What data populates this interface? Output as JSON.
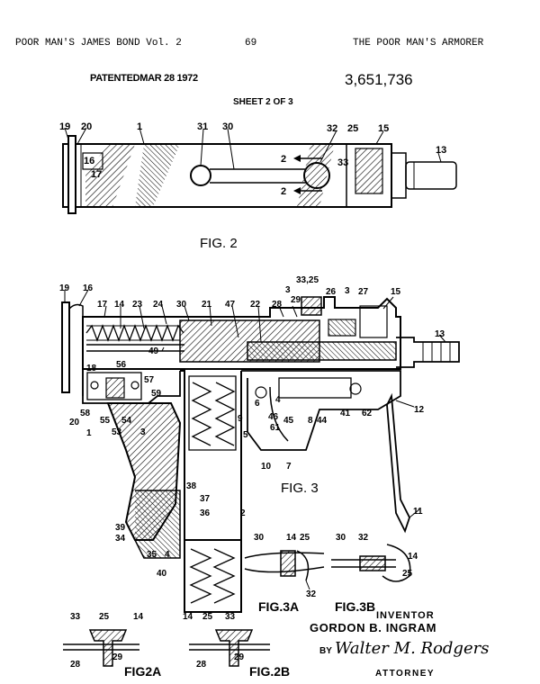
{
  "running_header": {
    "left": "POOR MAN'S JAMES BOND Vol. 2",
    "page_number": "69",
    "right": "THE POOR MAN'S ARMORER"
  },
  "patent": {
    "patented_label": "PATENTEDMAR 28 1972",
    "number": "3,651,736",
    "sheet": "SHEET 2 OF 3"
  },
  "figures": {
    "fig2": "FIG. 2",
    "fig3": "FIG. 3",
    "fig3a": "FIG.3A",
    "fig3b": "FIG.3B",
    "fig2a": "FIG2A",
    "fig2b": "FIG.2B"
  },
  "fig2_callouts": [
    "19",
    "20",
    "1",
    "31",
    "30",
    "32",
    "25",
    "15",
    "13",
    "16",
    "17",
    "2",
    "33",
    "2"
  ],
  "fig3_callouts": [
    "19",
    "16",
    "17",
    "14",
    "23",
    "24",
    "30",
    "21",
    "47",
    "22",
    "28",
    "3",
    "29",
    "33,25",
    "26",
    "3",
    "27",
    "15",
    "13",
    "49",
    "18",
    "56",
    "57",
    "59",
    "58",
    "55",
    "54",
    "53",
    "20",
    "1",
    "3",
    "9",
    "6",
    "4",
    "46",
    "45",
    "8",
    "44",
    "41",
    "62",
    "12",
    "61",
    "5",
    "10",
    "7",
    "38",
    "37",
    "36",
    "2",
    "39",
    "34",
    "35",
    "4",
    "40",
    "11"
  ],
  "fig3a_callouts": [
    "30",
    "14",
    "25",
    "32"
  ],
  "fig3b_callouts": [
    "30",
    "32",
    "14",
    "25"
  ],
  "fig2a_callouts": [
    "33",
    "25",
    "14",
    "28",
    "29"
  ],
  "fig2b_callouts": [
    "14",
    "25",
    "33",
    "28",
    "29"
  ],
  "inventor": {
    "label": "INVENTOR",
    "name": "GORDON B. INGRAM",
    "by": "BY",
    "signature": "Walter M. Rodgers",
    "attorney_label": "ATTORNEY"
  }
}
